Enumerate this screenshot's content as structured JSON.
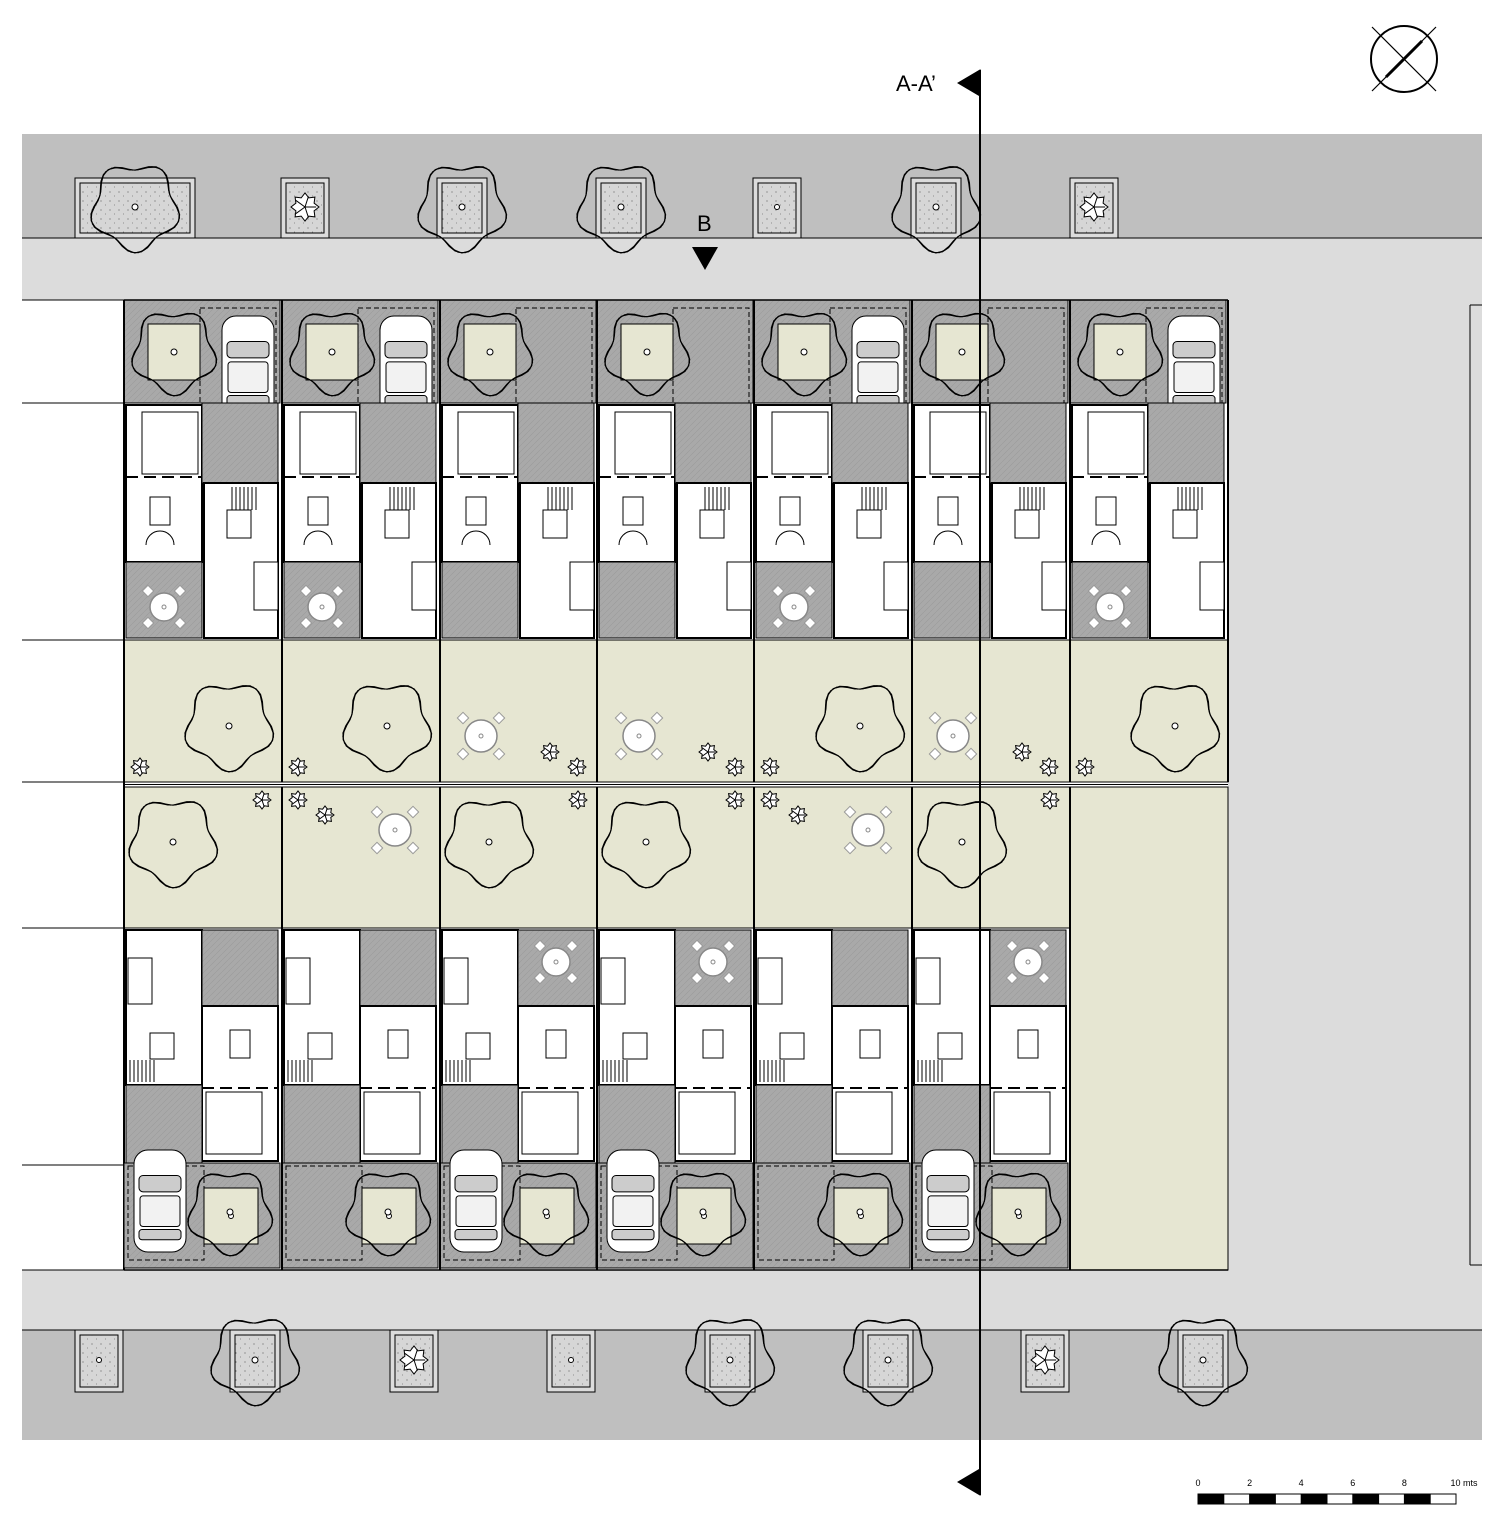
{
  "section_lines": {
    "vertical_label": "A-A’",
    "horizontal_label": "B"
  },
  "scale_bar": {
    "ticks": [
      "0",
      "2",
      "4",
      "6",
      "8",
      "10 mts"
    ]
  },
  "north_arrow": {
    "icon": "north-arrow-icon"
  },
  "legend_colors": {
    "street": "#bfbfbf",
    "sidewalk": "#dcdcdc",
    "garden": "#e6e6d2",
    "patio": "#a8a8a8",
    "interior": "#ffffff",
    "line": "#000000"
  }
}
